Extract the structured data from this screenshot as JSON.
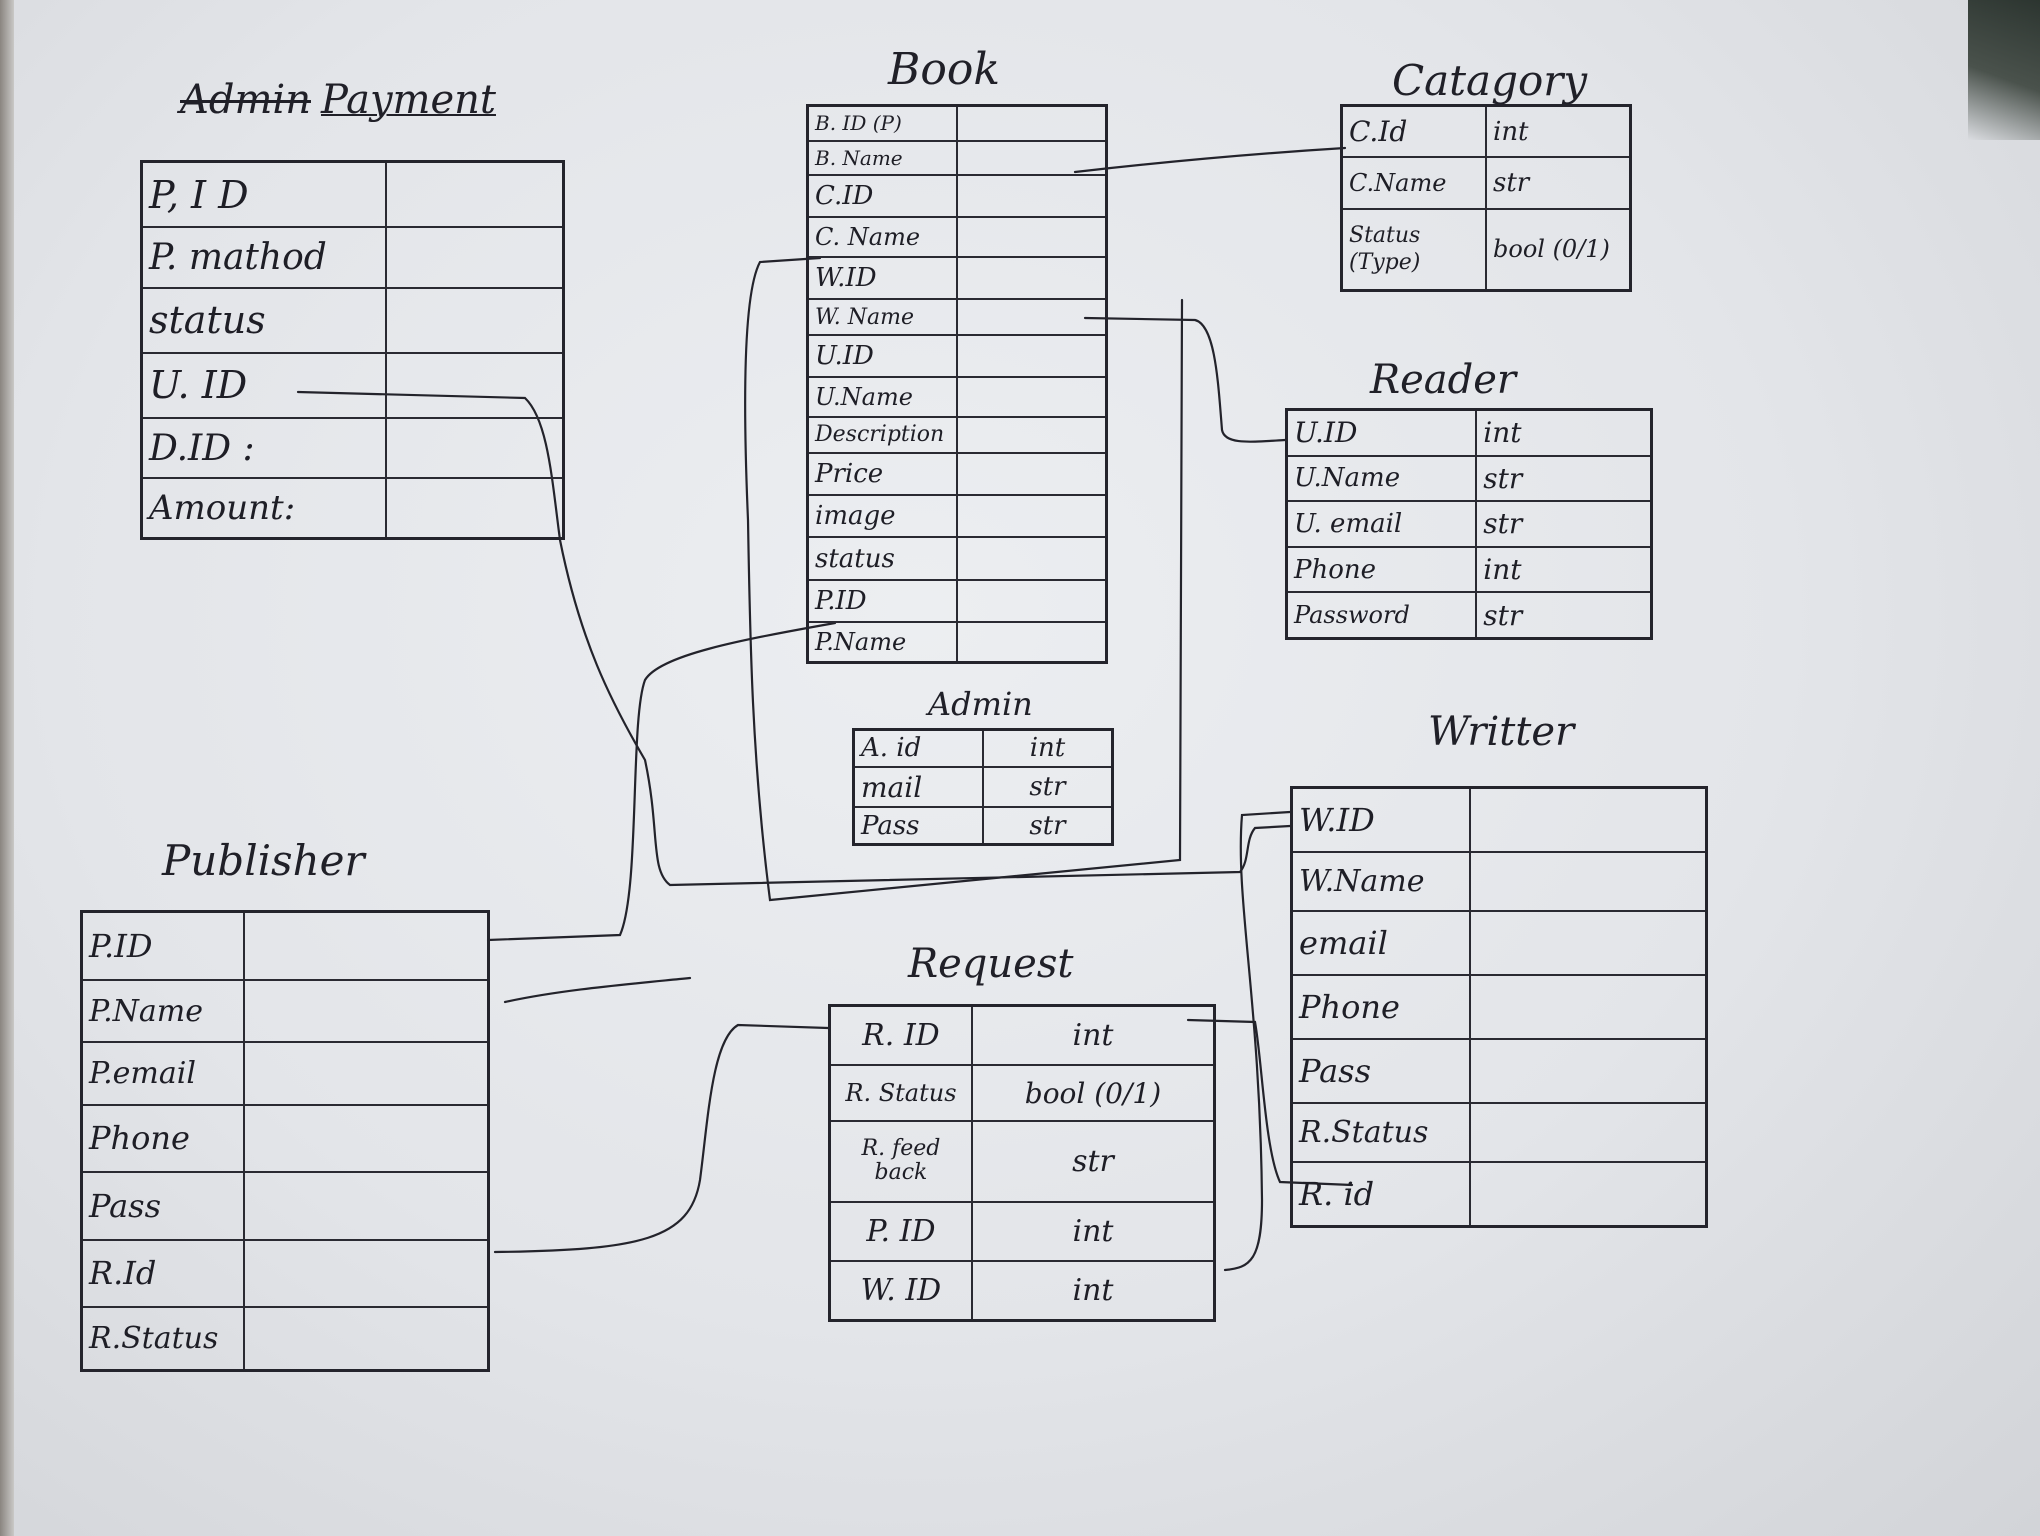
{
  "entities": {
    "payment": {
      "title_struck": "Admin",
      "title": "Payment",
      "rows": [
        {
          "field": "P, I D",
          "type": ""
        },
        {
          "field": "P. mathod",
          "type": ""
        },
        {
          "field": "status",
          "type": ""
        },
        {
          "field": "U. ID",
          "type": ""
        },
        {
          "field": "D.ID :",
          "type": ""
        },
        {
          "field": "Amount:",
          "type": ""
        }
      ]
    },
    "book": {
      "title": "Book",
      "rows": [
        {
          "field": "B. ID (P)",
          "type": ""
        },
        {
          "field": "B. Name",
          "type": ""
        },
        {
          "field": "C.ID",
          "type": ""
        },
        {
          "field": "C. Name",
          "type": ""
        },
        {
          "field": "W.ID",
          "type": ""
        },
        {
          "field": "W. Name",
          "type": ""
        },
        {
          "field": "U.ID",
          "type": ""
        },
        {
          "field": "U.Name",
          "type": ""
        },
        {
          "field": "Description",
          "type": ""
        },
        {
          "field": "Price",
          "type": ""
        },
        {
          "field": "image",
          "type": ""
        },
        {
          "field": "status",
          "type": ""
        },
        {
          "field": "P.ID",
          "type": ""
        },
        {
          "field": "P.Name",
          "type": ""
        }
      ]
    },
    "category": {
      "title": "Catagory",
      "rows": [
        {
          "field": "C.Id",
          "type": "int"
        },
        {
          "field": "C.Name",
          "type": "str"
        },
        {
          "field": "Status (Type)",
          "type": "bool (0/1)"
        }
      ]
    },
    "reader": {
      "title": "Reader",
      "rows": [
        {
          "field": "U.ID",
          "type": "int"
        },
        {
          "field": "U.Name",
          "type": "str"
        },
        {
          "field": "U. email",
          "type": "str"
        },
        {
          "field": "Phone",
          "type": "int"
        },
        {
          "field": "Password",
          "type": "str"
        }
      ]
    },
    "admin": {
      "title": "Admin",
      "rows": [
        {
          "field": "A. id",
          "type": "int"
        },
        {
          "field": "mail",
          "type": "str"
        },
        {
          "field": "Pass",
          "type": "str"
        }
      ]
    },
    "writer": {
      "title": "Writter",
      "rows": [
        {
          "field": "W.ID",
          "type": ""
        },
        {
          "field": "W.Name",
          "type": ""
        },
        {
          "field": "email",
          "type": ""
        },
        {
          "field": "Phone",
          "type": ""
        },
        {
          "field": "Pass",
          "type": ""
        },
        {
          "field": "R.Status",
          "type": ""
        },
        {
          "field": "R. id",
          "type": ""
        }
      ]
    },
    "publisher": {
      "title": "Publisher",
      "rows": [
        {
          "field": "P.ID",
          "type": ""
        },
        {
          "field": "P.Name",
          "type": ""
        },
        {
          "field": "P.email",
          "type": ""
        },
        {
          "field": "Phone",
          "type": ""
        },
        {
          "field": "Pass",
          "type": ""
        },
        {
          "field": "R.Id",
          "type": ""
        },
        {
          "field": "R.Status",
          "type": ""
        }
      ]
    },
    "request": {
      "title": "Request",
      "rows": [
        {
          "field": "R. ID",
          "type": "int"
        },
        {
          "field": "R. Status",
          "type": "bool (0/1)"
        },
        {
          "field": "R. feed back",
          "type": "str"
        },
        {
          "field": "P. ID",
          "type": "int"
        },
        {
          "field": "W. ID",
          "type": "int"
        }
      ]
    }
  },
  "colors": {
    "ink": "#1e1e26",
    "paper": "#e6e8eb"
  }
}
